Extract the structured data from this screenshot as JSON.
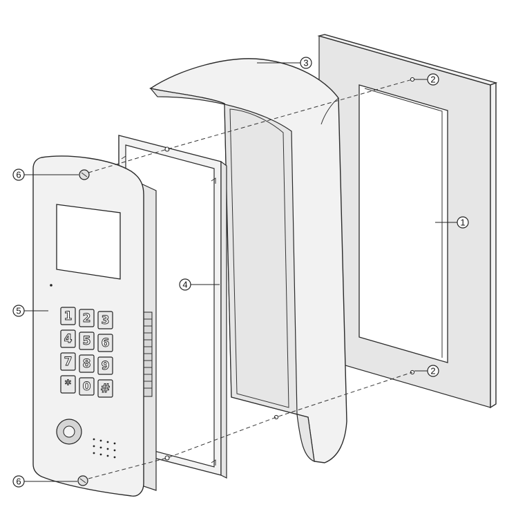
{
  "callouts": {
    "c1": "1",
    "c2a": "2",
    "c2b": "2",
    "c3": "3",
    "c4": "4",
    "c5": "5",
    "c6a": "6",
    "c6b": "6"
  },
  "keypad": {
    "keys": [
      "1",
      "2",
      "3",
      "4",
      "5",
      "6",
      "7",
      "8",
      "9",
      "*",
      "0",
      "#"
    ]
  }
}
